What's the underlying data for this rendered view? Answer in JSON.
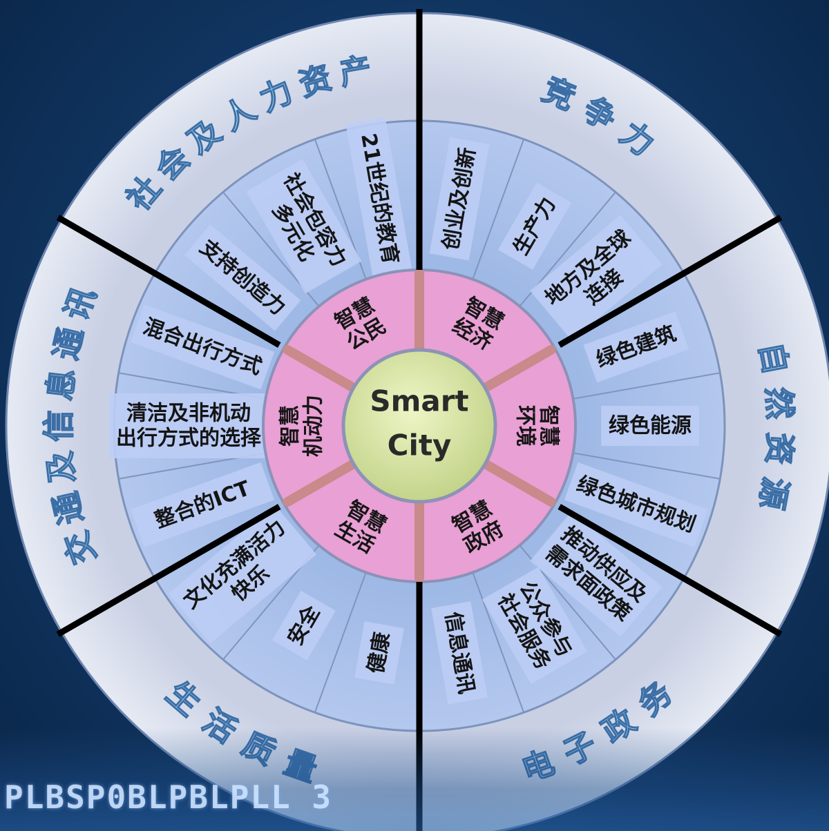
{
  "center": {
    "line1": "Smart",
    "line2": "City"
  },
  "categories": [
    {
      "title": "竞争力",
      "hub": [
        "智慧",
        "经济"
      ],
      "items": [
        [
          "创业及创新"
        ],
        [
          "生产力"
        ],
        [
          "地方及全球",
          "连接"
        ]
      ]
    },
    {
      "title": "自然资源",
      "hub": [
        "智慧",
        "环境"
      ],
      "items": [
        [
          "绿色建筑"
        ],
        [
          "绿色能源"
        ],
        [
          "绿色城市规划"
        ]
      ]
    },
    {
      "title": "电子政务",
      "hub": [
        "智慧",
        "政府"
      ],
      "items": [
        [
          "推动供应及",
          "需求面政策"
        ],
        [
          "公众参与",
          "社会服务"
        ],
        [
          "信息通讯"
        ]
      ]
    },
    {
      "title": "生活质量",
      "hub": [
        "智慧",
        "生活"
      ],
      "items": [
        [
          "健康"
        ],
        [
          "安全"
        ],
        [
          "文化充满活力",
          "快乐"
        ]
      ]
    },
    {
      "title": "交通及信息通讯",
      "hub": [
        "智慧",
        "机动力"
      ],
      "items": [
        [
          "整合的ICT"
        ],
        [
          "清洁及非机动",
          "出行方式的选择"
        ],
        [
          "混合出行方式"
        ]
      ]
    },
    {
      "title": "社会及人力资产",
      "hub": [
        "智慧",
        "公民"
      ],
      "items": [
        [
          "支持创造力"
        ],
        [
          "社会包容力",
          "多元化"
        ],
        [
          "21世纪的教育"
        ]
      ]
    }
  ],
  "background_digits": "PLBSP0BLPBLPLL  3",
  "colors": {
    "background": "#123a68",
    "outer_ring": "#dde2ee",
    "segment": "#a9c2ea",
    "label_box": "#bccdf5",
    "hub": "#f2a9dc",
    "hub_divider": "#c88a8a",
    "center": "#d8e6a0",
    "divider": "#000000",
    "title_text": "#c6eef8"
  }
}
